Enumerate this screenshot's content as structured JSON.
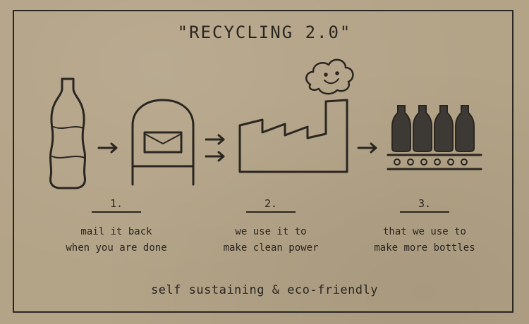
{
  "title": "\"RECYCLING 2.0\"",
  "steps": [
    {
      "number": "1.",
      "caption_line1": "mail it back",
      "caption_line2": "when you are done"
    },
    {
      "number": "2.",
      "caption_line1": "we use it to",
      "caption_line2": "make clean power"
    },
    {
      "number": "3.",
      "caption_line1": "that we use to",
      "caption_line2": "make more bottles"
    }
  ],
  "footer": "self sustaining & eco-friendly",
  "colors": {
    "background": "#b3a387",
    "ink": "#2a2620",
    "bottle_fill": "#3d3a36"
  },
  "icons": [
    "bottle-icon",
    "mailbox-icon",
    "factory-icon",
    "smiling-cloud-icon",
    "conveyor-bottles-icon",
    "arrow-icon"
  ]
}
